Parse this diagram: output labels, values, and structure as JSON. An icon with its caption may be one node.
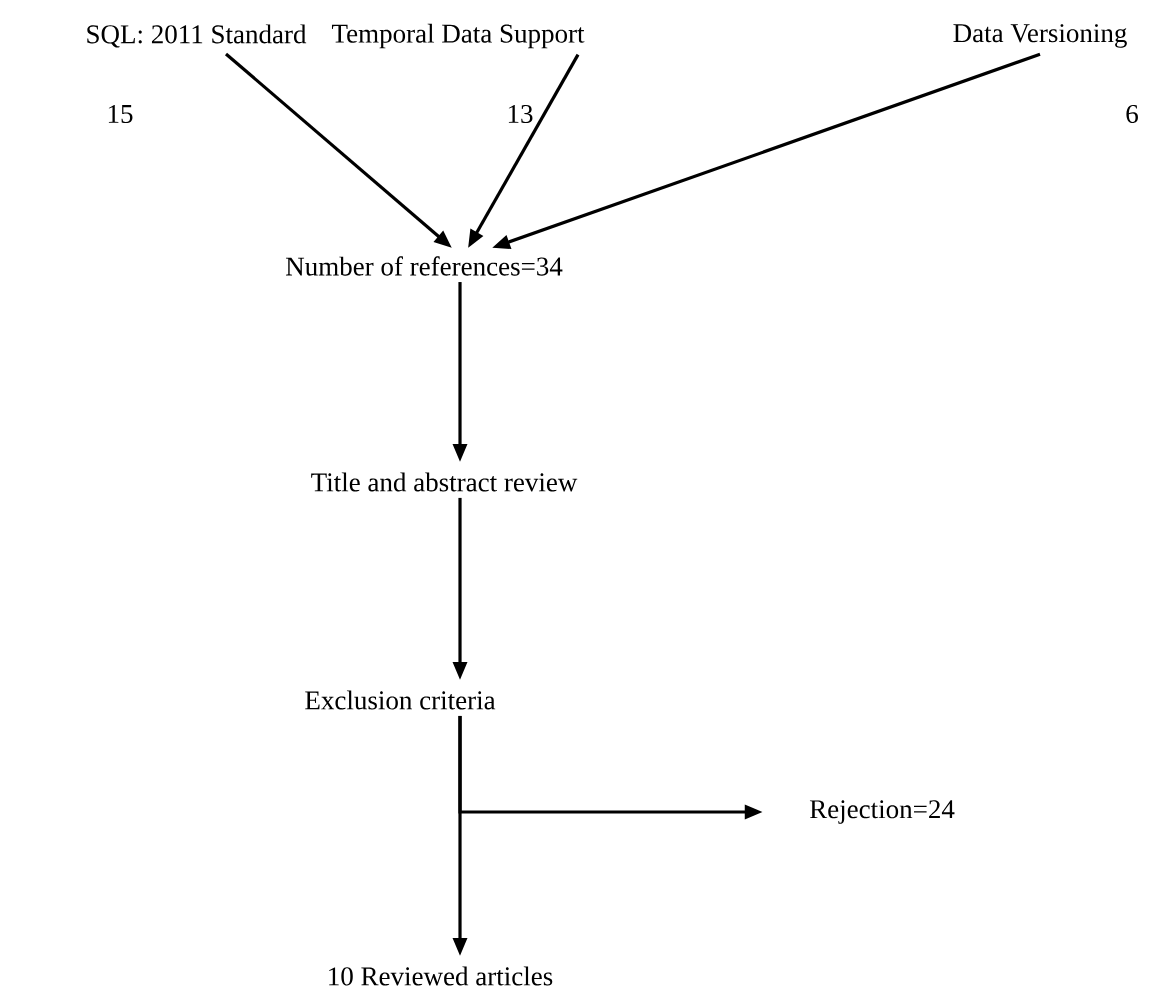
{
  "diagram": {
    "nodes": [
      {
        "text": [
          "SQL: 2011 Standard"
        ],
        "beside": [
          "15"
        ]
      },
      {
        "text": [
          "Temporal Data Support"
        ],
        "beside": [
          "13"
        ]
      },
      {
        "text": [
          "Data Versioning"
        ],
        "beside": [
          "6"
        ]
      },
      {
        "text": [
          "Number of references=34"
        ]
      },
      {
        "text": [
          "Title and abstract review"
        ]
      },
      {
        "text": [
          "Exclusion criteria"
        ]
      },
      {
        "text": [
          "Rejection=24"
        ]
      },
      {
        "text": [
          "10 Reviewed articles"
        ]
      }
    ],
    "edges": [
      {
        "from": 0,
        "to": 3,
        "arrow": "to"
      },
      {
        "from": 1,
        "to": 3,
        "arrow": "to"
      },
      {
        "from": 2,
        "to": 3,
        "arrow": "to"
      },
      {
        "from": 3,
        "to": 4,
        "arrow": "to"
      },
      {
        "from": 4,
        "to": 5,
        "arrow": "to"
      },
      {
        "from": 5,
        "to": 6,
        "arrow": "to"
      },
      {
        "from": 5,
        "to": 7,
        "arrow": "to"
      }
    ]
  }
}
